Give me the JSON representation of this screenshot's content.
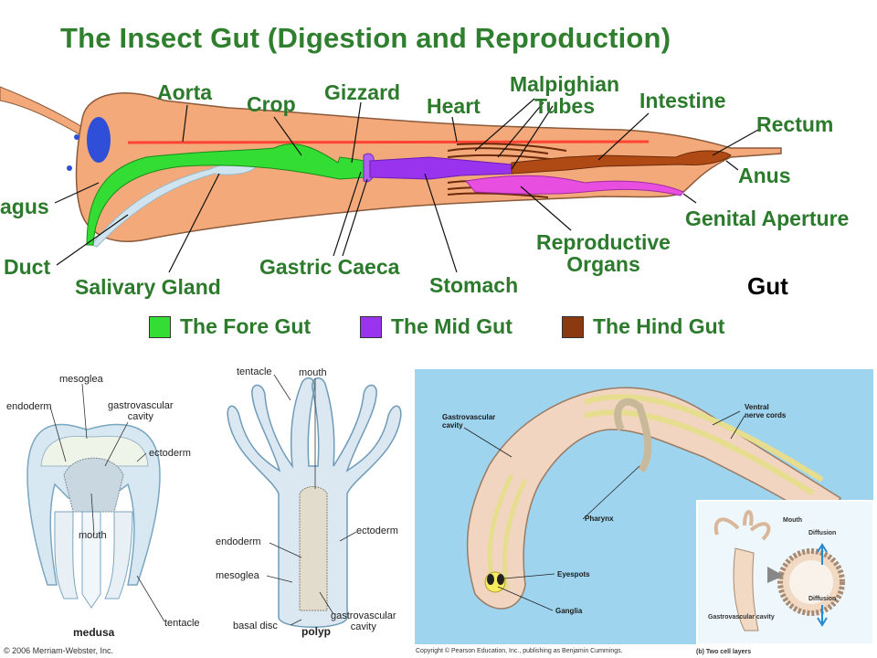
{
  "insect": {
    "title": "The Insect Gut (Digestion and Reproduction)",
    "labels": {
      "aorta": "Aorta",
      "crop": "Crop",
      "gizzard": "Gizzard",
      "heart": "Heart",
      "malpighian_1": "Malpighian",
      "malpighian_2": "Tubes",
      "intestine": "Intestine",
      "rectum": "Rectum",
      "anus": "Anus",
      "oesophagus": "agus",
      "genital_aperture": "Genital Aperture",
      "duct": "Duct",
      "salivary_gland": "Salivary Gland",
      "gastric_caeca": "Gastric Caeca",
      "stomach": "Stomach",
      "reproductive_1": "Reproductive",
      "reproductive_2": "Organs"
    },
    "gut_word": "Gut",
    "legend": [
      {
        "label": "The Fore Gut",
        "color": "#33dd33"
      },
      {
        "label": "The Mid Gut",
        "color": "#9933ee"
      },
      {
        "label": "The Hind Gut",
        "color": "#8b3a10"
      }
    ]
  },
  "cnidarian": {
    "medusa_labels": {
      "mesoglea": "mesoglea",
      "endoderm": "endoderm",
      "gastrovascular_1": "gastrovascular",
      "gastrovascular_2": "cavity",
      "ectoderm": "ectoderm",
      "mouth": "mouth",
      "tentacle": "tentacle",
      "caption": "medusa"
    },
    "polyp_labels": {
      "tentacle": "tentacle",
      "mouth": "mouth",
      "ectoderm": "ectoderm",
      "endoderm": "endoderm",
      "mesoglea": "mesoglea",
      "gastrovascular_1": "gastrovascular",
      "gastrovascular_2": "cavity",
      "basal_disc": "basal disc",
      "caption": "polyp"
    },
    "copyright": "© 2006 Merriam-Webster, Inc."
  },
  "flatworm": {
    "labels": {
      "gastrovascular_1": "Gastrovascular",
      "gastrovascular_2": "cavity",
      "ventral_1": "Ventral",
      "ventral_2": "nerve cords",
      "pharynx": "Pharynx",
      "eyespots": "Eyespots",
      "ganglia": "Ganglia"
    },
    "inset": {
      "mouth": "Mouth",
      "diffusion_top": "Diffusion",
      "diffusion_bottom": "Diffusion",
      "gastrovascular": "Gastrovascular cavity",
      "caption": "(b) Two cell layers"
    },
    "copyright": "Copyright © Pearson Education, Inc., publishing as Benjamin Cummings."
  }
}
